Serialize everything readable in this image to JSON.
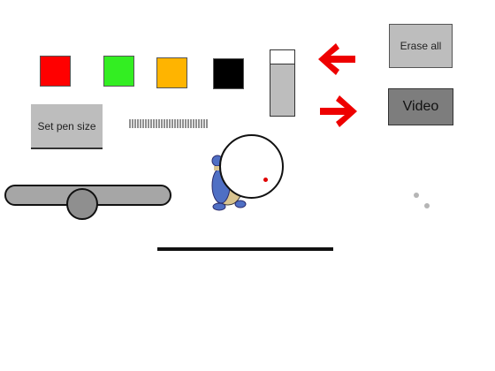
{
  "colors": {
    "swatch_red": "#ff0000",
    "swatch_green": "#33ee22",
    "swatch_orange": "#ffb400",
    "swatch_black": "#000000",
    "arrow_red": "#ee0000"
  },
  "buttons": {
    "pen_size_label": "Set pen size",
    "erase_all_label": "Erase all",
    "video_label": "Video"
  },
  "level_meter": {
    "fill_fraction": 0.8
  },
  "icons": {
    "arrow_left": "arrow-left-icon",
    "arrow_right": "arrow-right-icon",
    "character": "character-sprite"
  }
}
